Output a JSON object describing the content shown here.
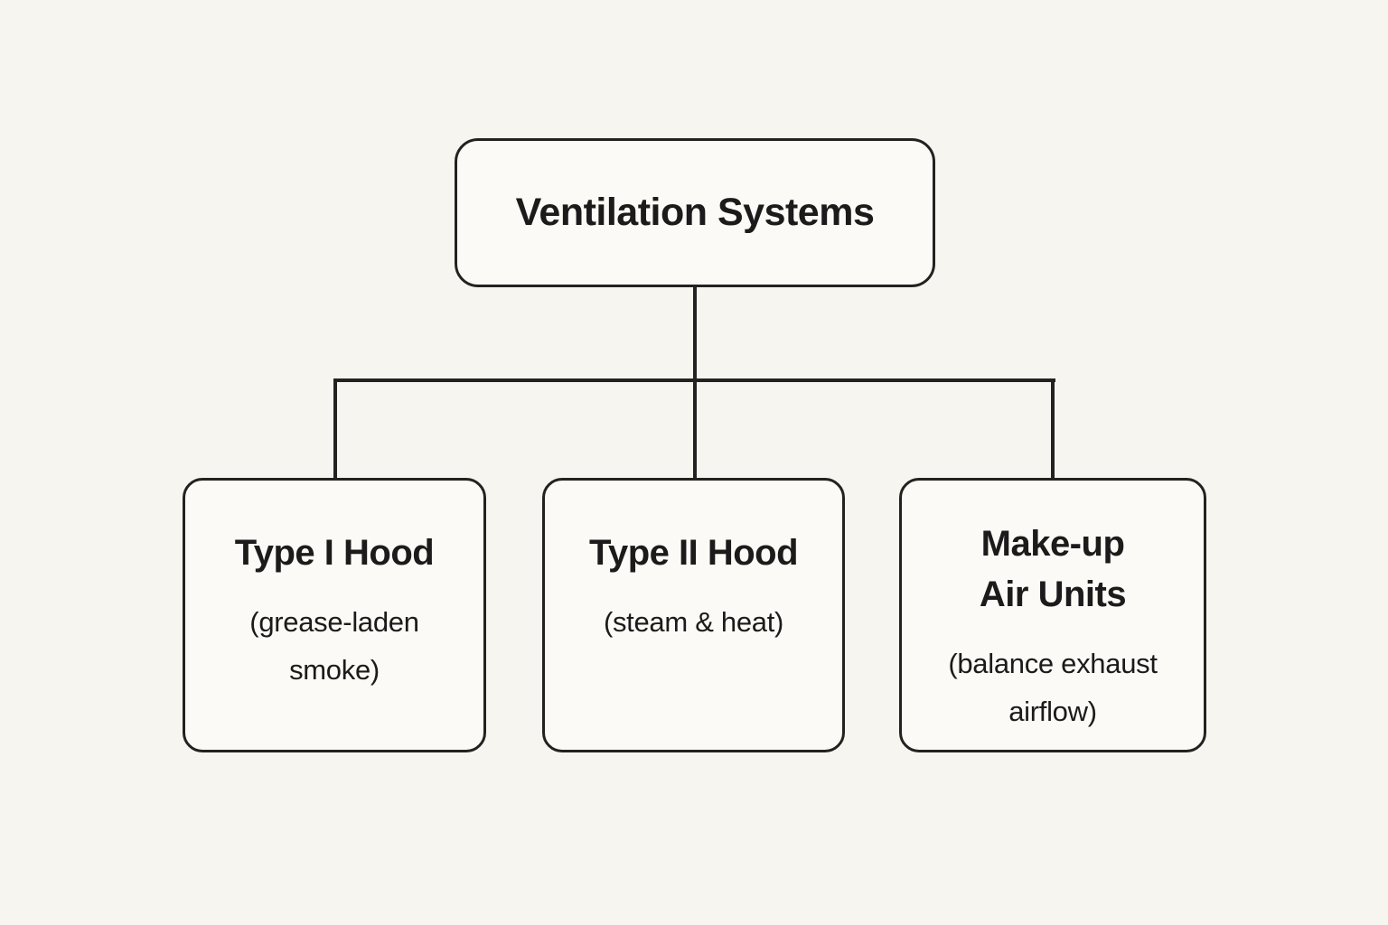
{
  "diagram": {
    "title_node": {
      "label": "Ventilation Systems"
    },
    "children": [
      {
        "title": "Type I Hood",
        "subtitle": "(grease-laden smoke)"
      },
      {
        "title": "Type II Hood",
        "subtitle": "(steam & heat)"
      },
      {
        "title": "Make-up Air Units",
        "subtitle": "(balance exhaust airflow)"
      }
    ],
    "colors": {
      "background": "#f7f5ef",
      "box_fill": "#fbfaf6",
      "line": "#242121",
      "text": "#1c1a1a"
    }
  }
}
